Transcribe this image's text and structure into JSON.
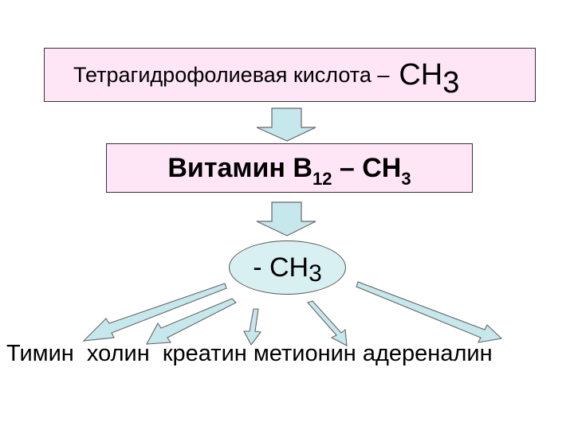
{
  "box1": {
    "text": "Тетрагидрофолиевая кислота – ",
    "ch3_main": "CH",
    "ch3_sub": "3"
  },
  "box2": {
    "text_main": "Витамин B",
    "text_sub": "12",
    "text_dash": " – CH",
    "ch3_sub": "3"
  },
  "center": {
    "prefix": "- CH",
    "sub": "3"
  },
  "products": [
    "Тимин",
    "холин",
    "креатин",
    "метионин",
    "адереналин"
  ],
  "colors": {
    "box_fill": "#ffe6f7",
    "arrow_fill": "#c6e7ec",
    "ellipse_fill": "#d9f0f3"
  }
}
